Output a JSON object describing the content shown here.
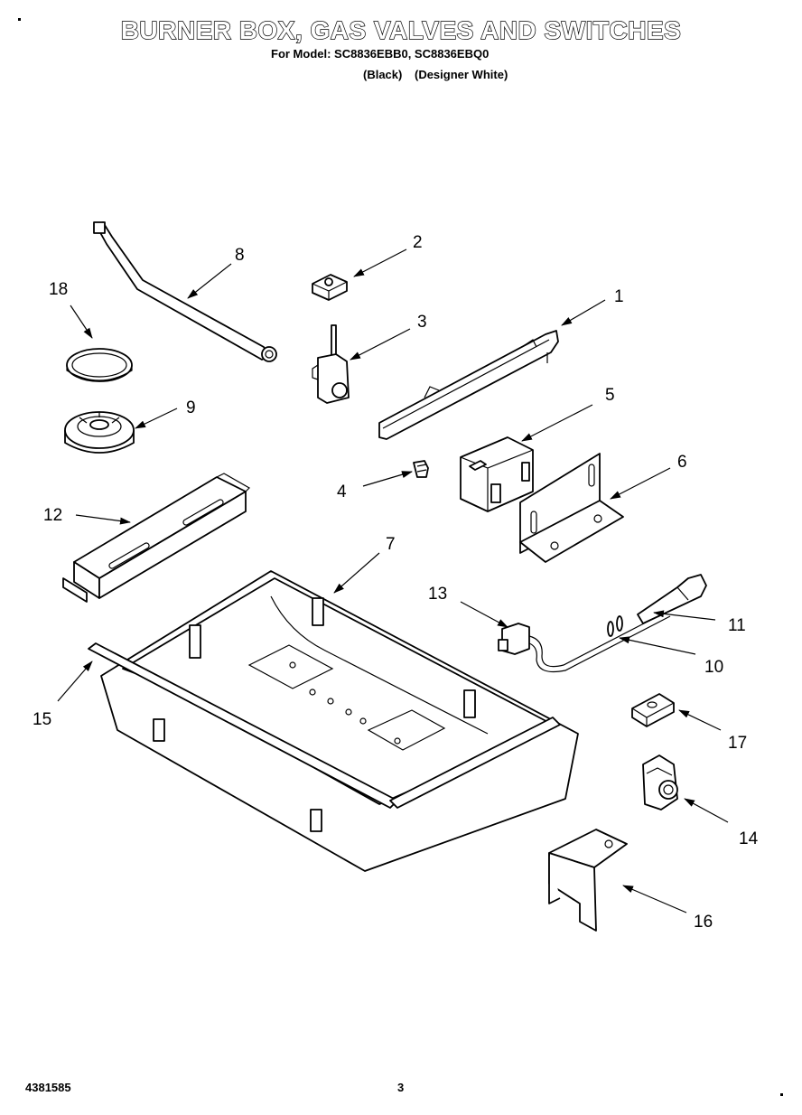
{
  "header": {
    "title": "BURNER BOX, GAS VALVES AND SWITCHES",
    "subtitle": "For Model: SC8836EBB0, SC8836EBQ0",
    "variants": [
      "(Black)",
      "(Designer White)"
    ]
  },
  "parts": [
    {
      "key": "p1",
      "number": "1"
    },
    {
      "key": "p2",
      "number": "2"
    },
    {
      "key": "p3",
      "number": "3"
    },
    {
      "key": "p4",
      "number": "4"
    },
    {
      "key": "p5",
      "number": "5"
    },
    {
      "key": "p6",
      "number": "6"
    },
    {
      "key": "p7",
      "number": "7"
    },
    {
      "key": "p8",
      "number": "8"
    },
    {
      "key": "p9",
      "number": "9"
    },
    {
      "key": "p10",
      "number": "10"
    },
    {
      "key": "p11",
      "number": "11"
    },
    {
      "key": "p12",
      "number": "12"
    },
    {
      "key": "p13",
      "number": "13"
    },
    {
      "key": "p14",
      "number": "14"
    },
    {
      "key": "p15",
      "number": "15"
    },
    {
      "key": "p16",
      "number": "16"
    },
    {
      "key": "p17",
      "number": "17"
    },
    {
      "key": "p18",
      "number": "18"
    }
  ],
  "footer": {
    "doc_number": "4381585",
    "page": "3"
  }
}
